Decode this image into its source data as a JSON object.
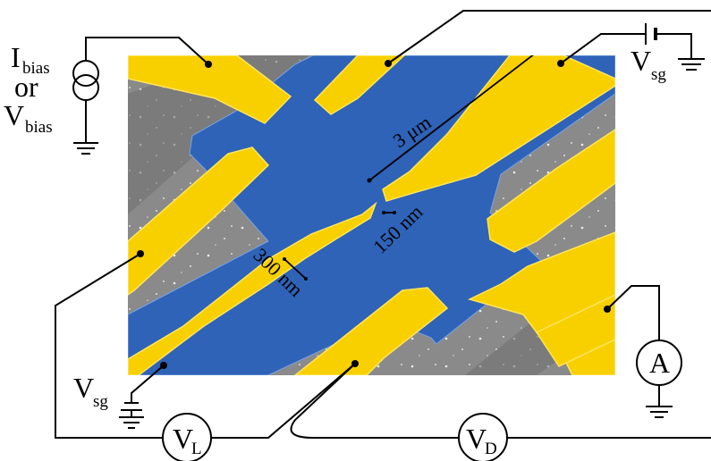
{
  "labels": {
    "ibias_main": "I",
    "ibias_sub": "bias",
    "or": "or",
    "vbias_main": "V",
    "vbias_sub": "bias",
    "vsg_top_main": "V",
    "vsg_top_sub": "sg",
    "vsg_bottom_main": "V",
    "vsg_bottom_sub": "sg",
    "vl_main": "V",
    "vl_sub": "L",
    "vd_main": "V",
    "vd_sub": "D",
    "ammeter": "A",
    "dim_3um": "3 μm",
    "dim_150nm": "150 nm",
    "dim_300nm": "300 nm"
  },
  "colors": {
    "gold_electrode": "#f8d000",
    "blue_channel": "#2f63b8",
    "substrate_gray": "#8c8c8c",
    "wire": "#000000"
  }
}
